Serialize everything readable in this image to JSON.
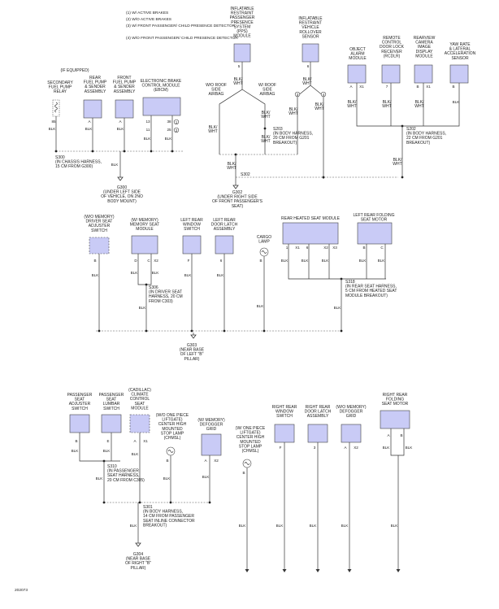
{
  "legend": [
    "(1) W/ ACTIVE BRAKES",
    "(2) W/O ACTIVE BRAKES",
    "(3) W/ FRONT PASSENGER/ CHILD PRESENCE DETECTOR",
    "(4) W/O FRONT PASSENGER/ CHILD PRESENCE DETECTOR"
  ],
  "figure_id": "202073",
  "wire_color": "BLK",
  "top_section": {
    "if_equipped": "(IF EQUIPPED)",
    "components": {
      "secondary_fuel_pump_relay": [
        "SECONDARY",
        "FUEL PUMP",
        "RELAY"
      ],
      "rear_fuel_pump": [
        "REAR",
        "FUEL PUMP",
        "& SENDER",
        "ASSEMBLY"
      ],
      "front_fuel_pump": [
        "FRONT",
        "FUEL PUMP",
        "& SENDER",
        "ASSEMBLY"
      ],
      "ebcm": [
        "ELECTRONIC BRAKE",
        "CONTROL MODULE",
        "(EBCM)"
      ],
      "ipps": [
        "INFLATABLE",
        "RESTRAINT",
        "PASSENGER",
        "PRESENCE",
        "SYSTEM",
        "(PPS)",
        "MODULE"
      ],
      "rollover": [
        "INFLATABLE",
        "RESTRAINT",
        "VEHICLE",
        "ROLLOVER",
        "SENSOR"
      ],
      "object_alarm": [
        "OBJECT",
        "ALARM",
        "MODULE"
      ],
      "remote_door_lock": [
        "REMOTE",
        "CONTROL",
        "DOOR LOCK",
        "RECEIVER",
        "(RCDLR)"
      ],
      "rearview_camera": [
        "REARVIEW",
        "CAMERA",
        "IMAGE",
        "DISPLAY",
        "MODULE"
      ],
      "yaw_rate": [
        "YAW RATE",
        "& LATERAL",
        "ACCELERATION",
        "SENSOR"
      ]
    },
    "wo_roof_airbag": [
      "W/O ROOF",
      "SIDE",
      "AIRBAG"
    ],
    "w_roof_airbag": [
      "W/ ROOF",
      "SIDE",
      "AIRBAG"
    ],
    "pins": {
      "relay_85": "85",
      "rear_pump_a": "A",
      "front_pump_a": "A",
      "ebcm_13": "13",
      "ebcm_11": "11",
      "ebcm_38": "38",
      "ebcm_25": "25",
      "pps_5": "5",
      "roll_6": "6",
      "obj_a": "A",
      "obj_x1": "X1",
      "rcd_7": "7",
      "cam_b": "B",
      "cam_x1": "X1",
      "yaw_b": "B",
      "ebcm_c1": "1",
      "ebcm_c2": "2",
      "roll_c3": "3",
      "roll_c4": "4"
    },
    "wire_blk_wht": [
      "BLK/",
      "WHT"
    ],
    "s300": [
      "S300",
      "(IN CHASSIS HARNESS,",
      "15 CM FROM G300)"
    ],
    "s203": [
      "S203",
      "(IN BODY HARNESS,",
      "20 CM FROM G201",
      "BREAKOUT)"
    ],
    "s202": [
      "S202",
      "(IN BODY HARNESS,",
      "22 CM FROM G201",
      "BREAKOUT)"
    ],
    "s302": [
      "S302"
    ],
    "g300": [
      "G300",
      "(UNDER LEFT SIDE",
      "OF VEHICLE, ON 2NO",
      "BODY MOUNT)"
    ],
    "g302": [
      "G302",
      "(UNDER RIGHT SIDE",
      "OF FRONT PASSENGER'S",
      "SEAT)"
    ]
  },
  "middle_section": {
    "components": {
      "driver_seat_adjuster": [
        "(W/O MEMORY)",
        "DRIVER SEAT",
        "ADJUSTER",
        "SWITCH"
      ],
      "memory_seat_module": [
        "(W/ MEMORY)",
        "MEMORY SEAT",
        "MODULE"
      ],
      "left_rear_window": [
        "LEFT REAR",
        "WINDOW",
        "SWITCH"
      ],
      "left_rear_door_latch": [
        "LEFT REAR",
        "DOOR LATCH",
        "ASSEMBLY"
      ],
      "cargo_lamp": [
        "CARGO",
        "LAMP"
      ],
      "rear_heated_seat_module": [
        "REAR HEATED SEAT MODULE"
      ],
      "left_rear_folding_motor": [
        "LEFT REAR FOLDING",
        "SEAT MOTOR"
      ]
    },
    "pins": {
      "dsa_b": "B",
      "msm_d": "D",
      "msm_c": "C",
      "msm_x2": "X2",
      "lrw_f": "F",
      "lrd_6": "6",
      "cargo_b": "B",
      "rhs_1": "1",
      "rhs_x1": "X1",
      "rhs_6": "6",
      "rhs_x2": "X2",
      "rhs_x3": "X3",
      "lrf_b": "B",
      "lrf_c": "C"
    },
    "s306": [
      "S306",
      "(IN DRIVER SEAT",
      "HARNESS, 20 CM",
      "FROM C303)"
    ],
    "s318": [
      "S318",
      "(IN REAR SEAT HARNESS,",
      "5 CM FROM HEATED SEAT",
      "MODULE BREAKOUT)"
    ],
    "g303": [
      "G303",
      "(NEAR BASE",
      "OF LEFT \"B\"",
      "PILLAR)"
    ]
  },
  "bottom_section": {
    "components": {
      "passenger_seat_adjuster": [
        "PASSENGER",
        "SEAT",
        "ADJUSTER",
        "SWITCH"
      ],
      "passenger_seat_lumbar": [
        "PASSENGER",
        "SEAT",
        "LUMBAR",
        "SWITCH"
      ],
      "cadillac_climate_seat": [
        "(CADILLAC)",
        "CLIMATE",
        "CONTROL",
        "SEAT",
        "MODULE"
      ],
      "chmsl_wo": [
        "(W/O ONE PIECE",
        "LIFTGATE)",
        "CENTER HIGH",
        "MOUNTED",
        "STOP LAMP",
        "(CHMSL)"
      ],
      "defogger_w_memory": [
        "(W/ MEMORY)",
        "DEFOGGER",
        "GRID"
      ],
      "chmsl_w": [
        "(W/ ONE PIECE",
        "LIFTGATE)",
        "CENTER HIGH",
        "MOUNTED",
        "STOP LAMP",
        "(CHMSL)"
      ],
      "right_rear_window": [
        "RIGHT REAR",
        "WINDOW",
        "SWITCH"
      ],
      "right_rear_door_latch": [
        "RIGHT REAR",
        "DOOR LATCH",
        "ASSEMBLY"
      ],
      "defogger_wo_memory": [
        "(W/O MEMORY)",
        "DEFOGGER",
        "GRID"
      ],
      "right_rear_folding_motor": [
        "RIGHT REAR",
        "FOLDING",
        "SEAT MOTOR"
      ]
    },
    "pins": {
      "psa_b": "B",
      "psl_e": "E",
      "ccs_a": "A",
      "ccs_x1": "X1",
      "chmsl1_b": "B",
      "dgm_a": "A",
      "dgm_x2": "X2",
      "chmsl2_b": "B",
      "rrw_f": "F",
      "rrd_3": "3",
      "dgw_a": "A",
      "dgw_x2": "X2",
      "rrf_a": "A",
      "rrf_b": "B"
    },
    "s310": [
      "S310",
      "(IN PASSENGER",
      "SEAT HARNESS,",
      "20 CM FROM C305)"
    ],
    "s301": [
      "S301",
      "(IN BODY HARNESS,",
      "14 CM FROM PASSENGER",
      "SEAT INLINE CONNECTOR",
      "BREAKOUT)"
    ],
    "g304": [
      "G304",
      "(NEAR BASE",
      "OF RIGHT \"B\"",
      "PILLAR)"
    ]
  }
}
